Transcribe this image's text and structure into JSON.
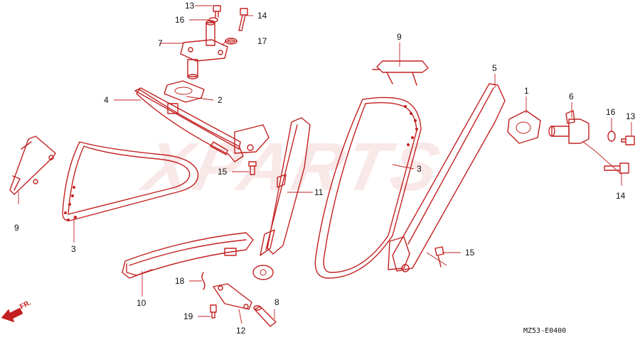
{
  "diagram": {
    "watermark": "XPARTS",
    "drawing_code": "MZ53-E0400",
    "front_marker": "FR.",
    "callouts": [
      {
        "id": "c13a",
        "text": "13"
      },
      {
        "id": "c14a",
        "text": "14"
      },
      {
        "id": "c16a",
        "text": "16"
      },
      {
        "id": "c17",
        "text": "17"
      },
      {
        "id": "c7",
        "text": "7"
      },
      {
        "id": "c4",
        "text": "4"
      },
      {
        "id": "c2",
        "text": "2"
      },
      {
        "id": "c15a",
        "text": "15"
      },
      {
        "id": "c11",
        "text": "11"
      },
      {
        "id": "c9a",
        "text": "9"
      },
      {
        "id": "c3a",
        "text": "3"
      },
      {
        "id": "c10",
        "text": "10"
      },
      {
        "id": "c18",
        "text": "18"
      },
      {
        "id": "c19",
        "text": "19"
      },
      {
        "id": "c12",
        "text": "12"
      },
      {
        "id": "c8",
        "text": "8"
      },
      {
        "id": "c9b",
        "text": "9"
      },
      {
        "id": "c3b",
        "text": "3"
      },
      {
        "id": "c5",
        "text": "5"
      },
      {
        "id": "c1",
        "text": "1"
      },
      {
        "id": "c6",
        "text": "6"
      },
      {
        "id": "c16b",
        "text": "16"
      },
      {
        "id": "c13b",
        "text": "13"
      },
      {
        "id": "c14b",
        "text": "14"
      },
      {
        "id": "c15b",
        "text": "15"
      }
    ]
  }
}
